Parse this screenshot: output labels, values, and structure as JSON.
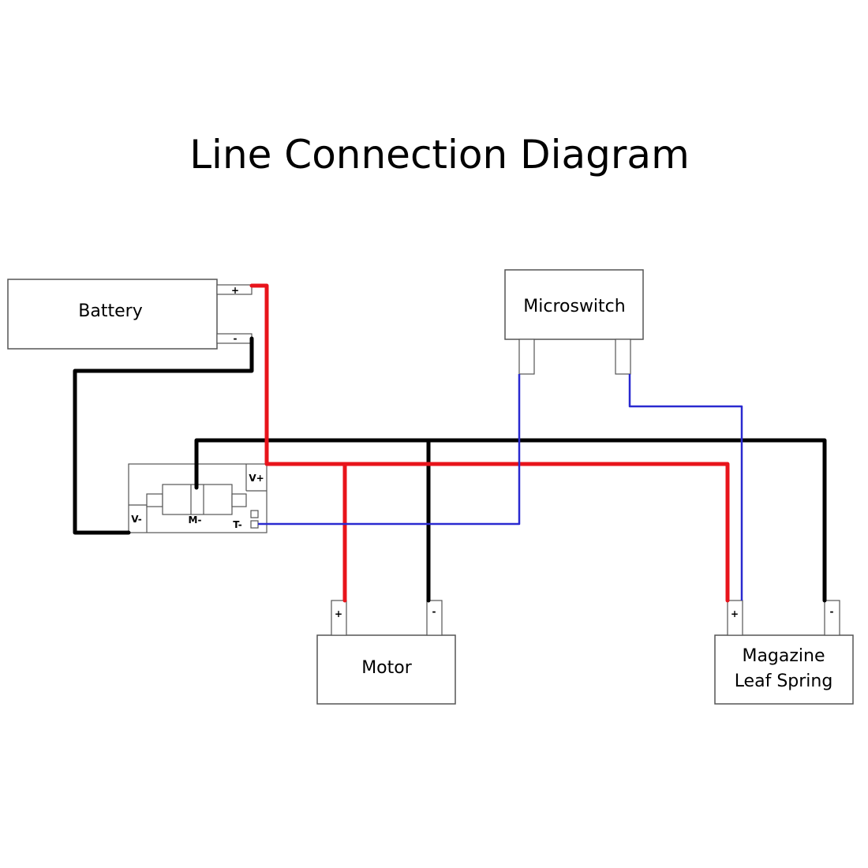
{
  "title": "Line Connection Diagram",
  "components": {
    "battery": "Battery",
    "microswitch": "Microswitch",
    "motor": "Motor",
    "magazine_line1": "Magazine",
    "magazine_line2": "Leaf Spring"
  },
  "terminals": {
    "plus": "+",
    "minus": "-",
    "v_plus": "V+",
    "v_minus": "V-",
    "m_minus": "M-",
    "t_minus": "T-"
  },
  "colors": {
    "black_wire": "#000000",
    "red_wire": "#e8141b",
    "blue_wire": "#2a2ad0"
  }
}
